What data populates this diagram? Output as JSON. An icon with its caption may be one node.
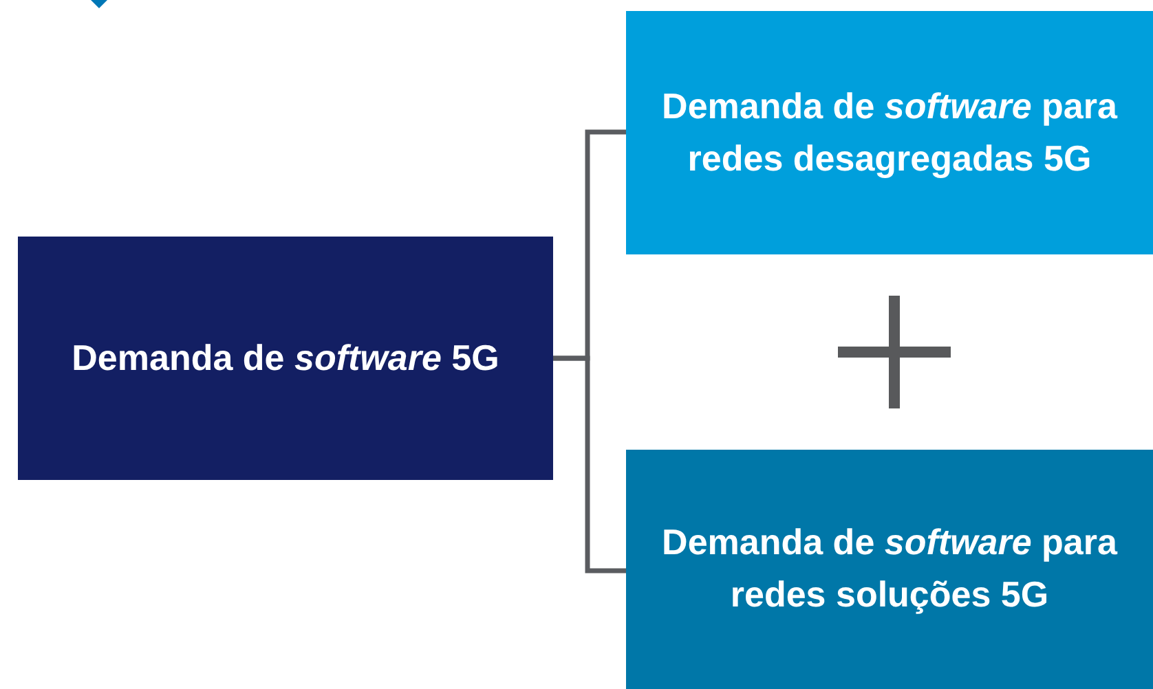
{
  "diagram": {
    "nodes": [
      {
        "text": [
          "Demanda de *software* 5G"
        ]
      },
      {
        "text": [
          "Demanda de *software* para redes desagregadas 5G"
        ]
      },
      {
        "text": [
          "Demanda de *software* para redes soluções 5G"
        ]
      }
    ],
    "edges": [
      {
        "from": 0,
        "to": 1,
        "arrow": "none"
      },
      {
        "from": 0,
        "to": 2,
        "arrow": "none"
      }
    ]
  }
}
